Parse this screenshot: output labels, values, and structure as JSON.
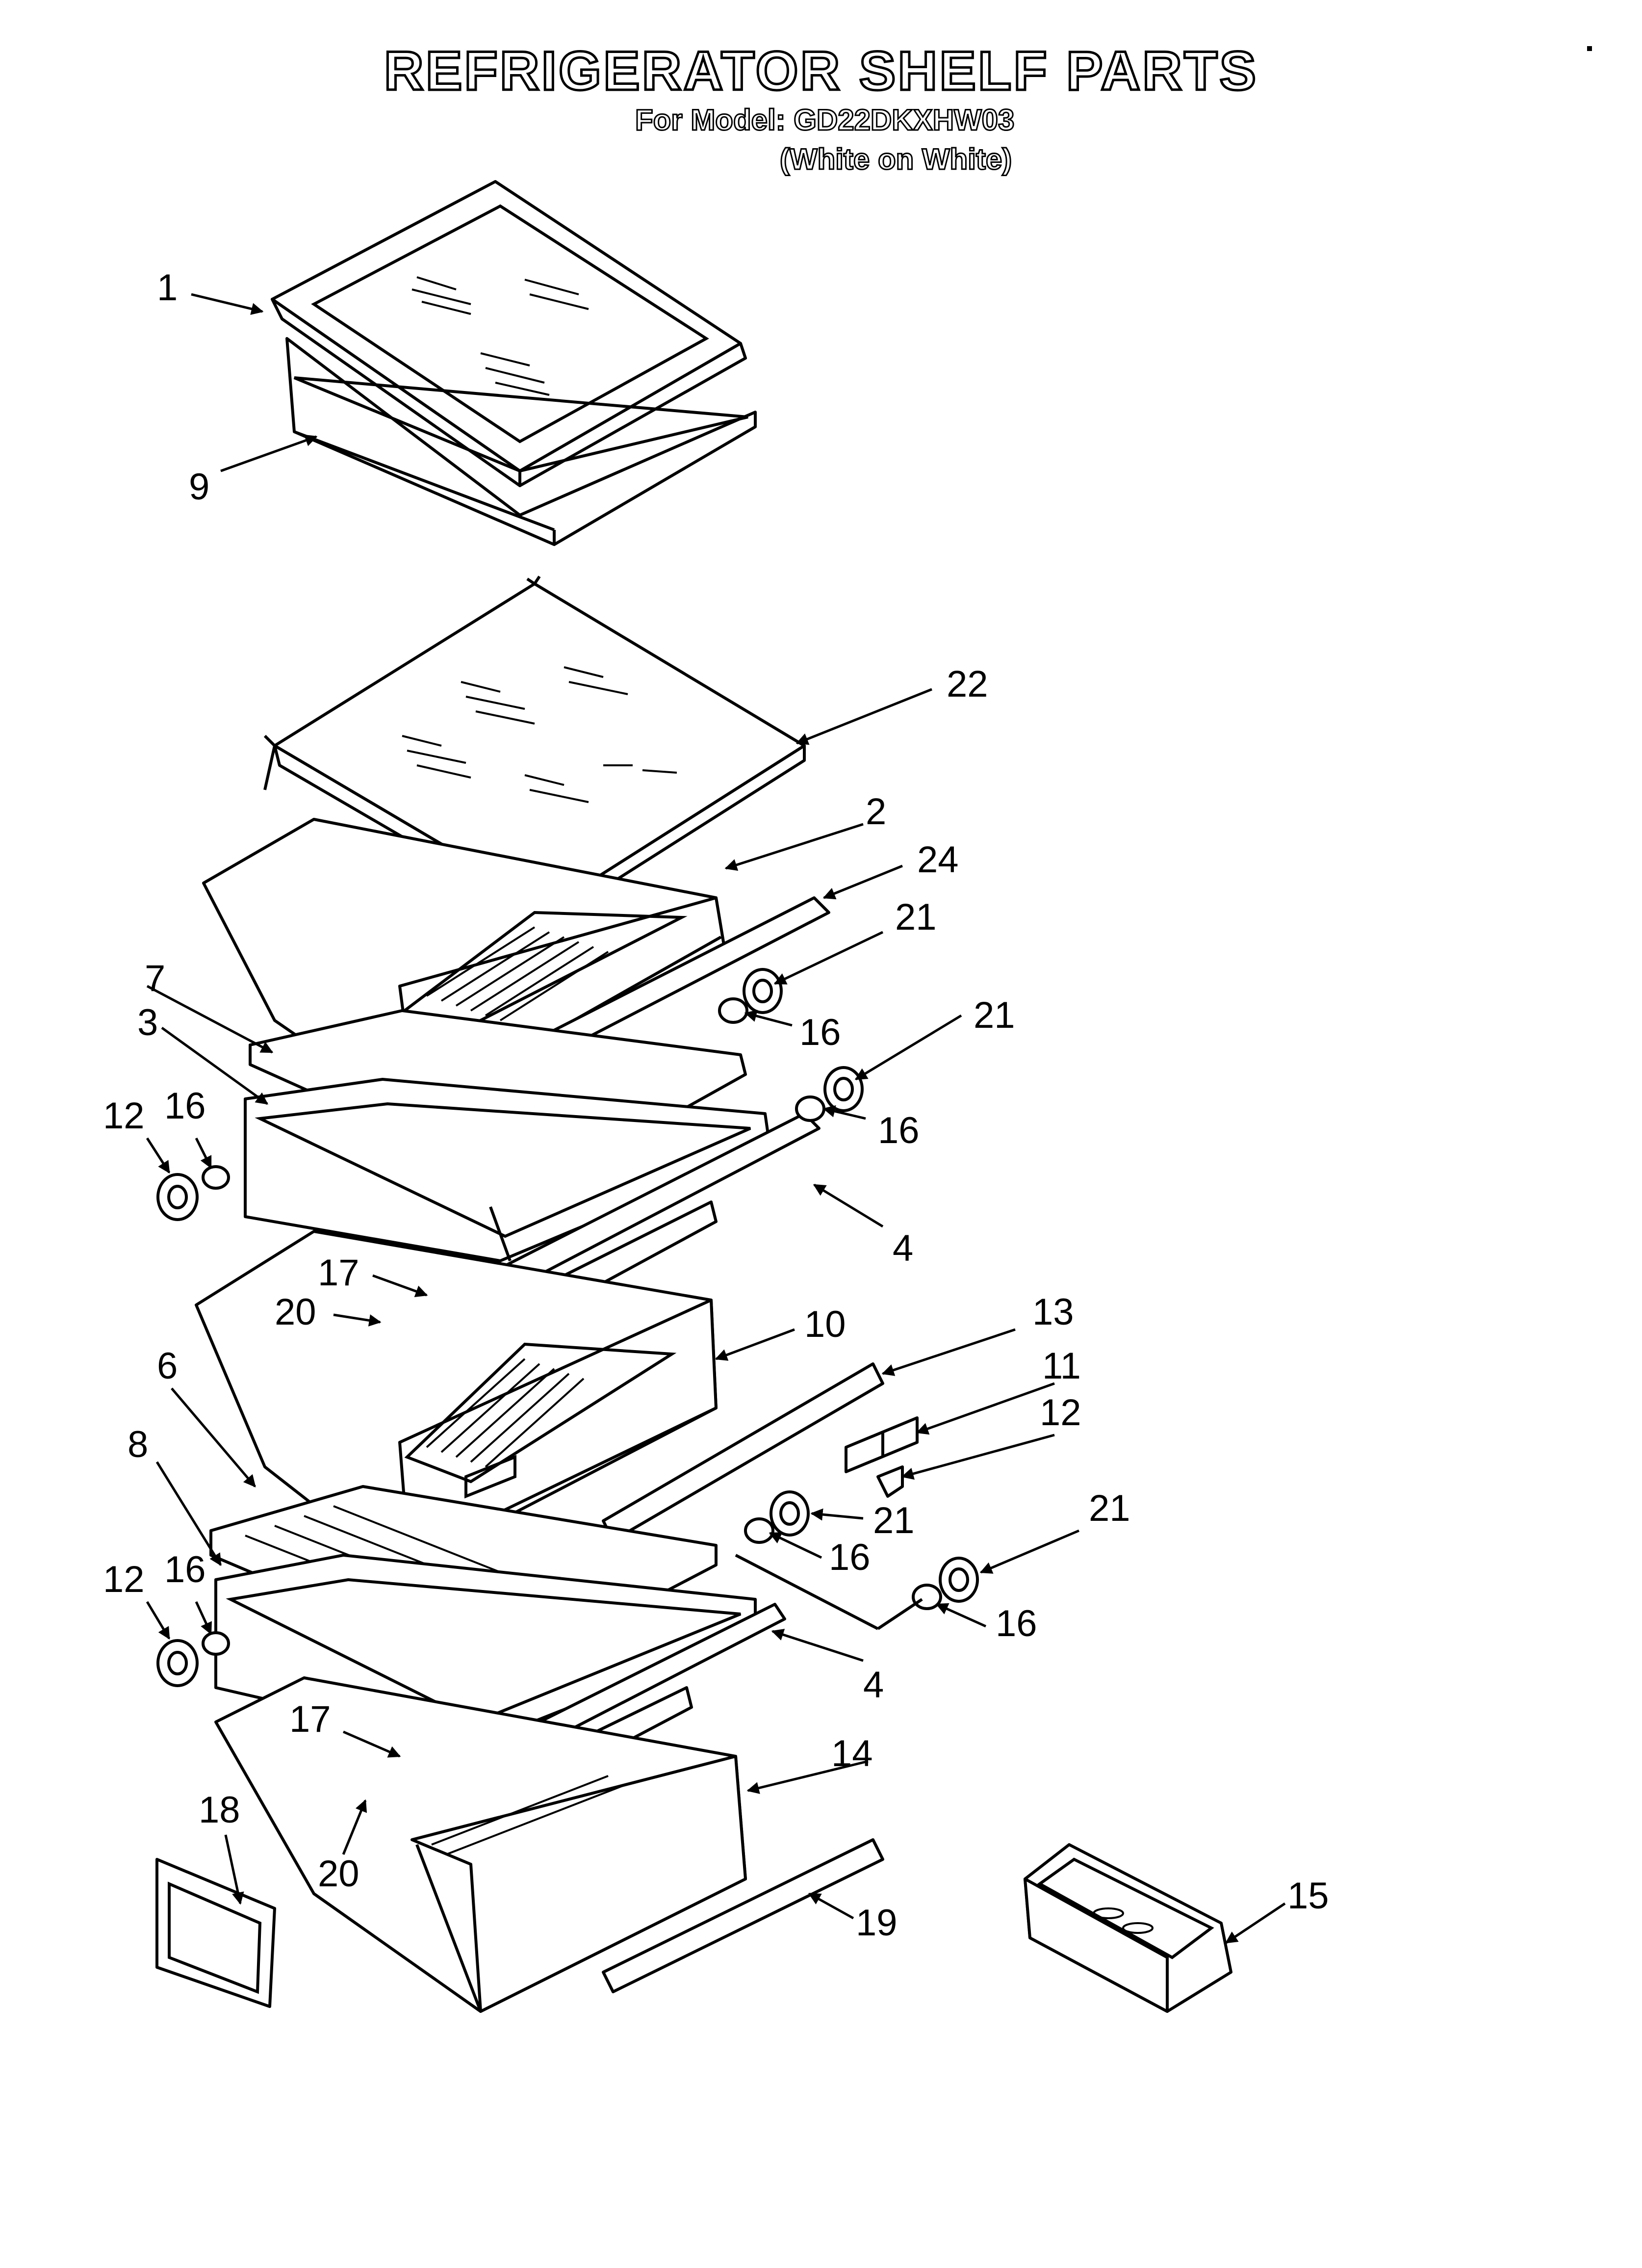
{
  "header": {
    "title": "REFRIGERATOR SHELF PARTS",
    "model_line": "For Model: GD22DKXHW03",
    "color_line": "(White on White)"
  },
  "callouts": {
    "c1": "1",
    "c9": "9",
    "c22": "22",
    "c2": "2",
    "c24": "24",
    "c21a": "21",
    "c16a": "16",
    "c7": "7",
    "c3": "3",
    "c21b": "21",
    "c16b": "16",
    "c12a": "12",
    "c16c": "16",
    "c4a": "4",
    "c17a": "17",
    "c20a": "20",
    "c10": "10",
    "c13": "13",
    "c11": "11",
    "c12b": "12",
    "c6": "6",
    "c8": "8",
    "c21c": "21",
    "c16d": "16",
    "c21d": "21",
    "c12c": "12",
    "c16e": "16",
    "c16f": "16",
    "c4b": "4",
    "c17b": "17",
    "c14": "14",
    "c18": "18",
    "c20b": "20",
    "c19": "19",
    "c15": "15"
  },
  "parts": [
    {
      "id": "shelf-1",
      "icon": "glass-shelf-icon"
    },
    {
      "id": "shelf-frame-9",
      "icon": "shelf-frame-icon"
    },
    {
      "id": "shelf-22",
      "icon": "glass-shelf-icon"
    },
    {
      "id": "crisper-2",
      "icon": "crisper-drawer-icon"
    },
    {
      "id": "crisper-10",
      "icon": "crisper-drawer-icon"
    },
    {
      "id": "drawer-14",
      "icon": "drawer-icon"
    },
    {
      "id": "bin-15",
      "icon": "storage-bin-icon"
    }
  ]
}
